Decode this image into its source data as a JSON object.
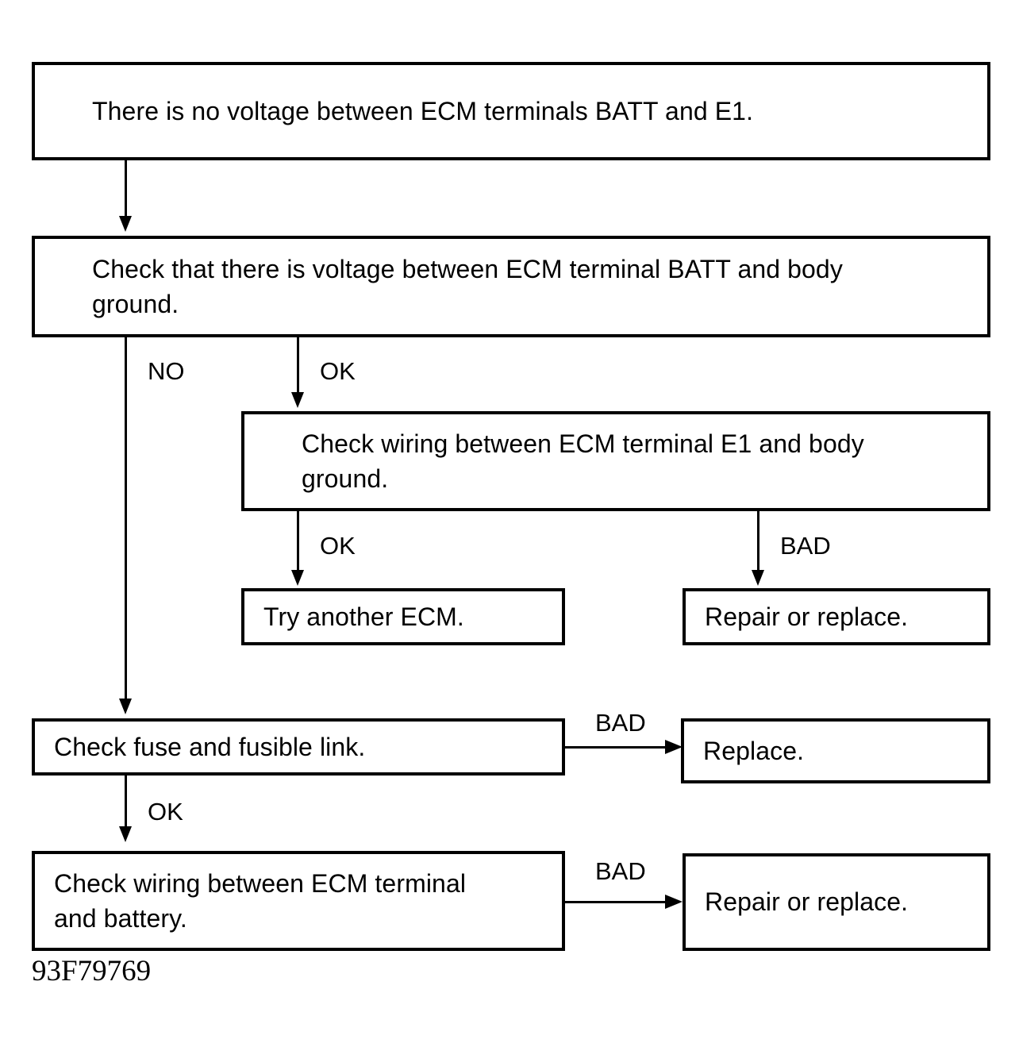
{
  "diagram": {
    "title": "ECM BATT / E1 no-voltage troubleshooting flowchart",
    "footer_code": "93F79769",
    "ink_color": "#000000",
    "background_color": "#ffffff",
    "nodes": [
      {
        "id": "symptom",
        "text": "There is no voltage between ECM terminals BATT and E1."
      },
      {
        "id": "check-batt-body-ground",
        "text": "Check that there is voltage between ECM terminal BATT and body\nground."
      },
      {
        "id": "check-e1-body-ground",
        "text": "Check wiring between ECM terminal E1 and body\nground."
      },
      {
        "id": "try-another-ecm",
        "text": "Try another ECM."
      },
      {
        "id": "repair-or-replace-e1",
        "text": "Repair or replace."
      },
      {
        "id": "check-fuse",
        "text": "Check fuse and fusible link."
      },
      {
        "id": "replace-fuse",
        "text": "Replace."
      },
      {
        "id": "check-wiring-battery",
        "text": "Check wiring between ECM terminal\nand battery."
      },
      {
        "id": "repair-or-replace-battery",
        "text": "Repair or replace."
      }
    ],
    "edges": [
      {
        "id": "symptom-to-check-batt",
        "label": ""
      },
      {
        "id": "check-batt-no",
        "label": "NO"
      },
      {
        "id": "check-batt-ok",
        "label": "OK"
      },
      {
        "id": "check-e1-ok",
        "label": "OK"
      },
      {
        "id": "check-e1-bad",
        "label": "BAD"
      },
      {
        "id": "check-fuse-bad",
        "label": "BAD"
      },
      {
        "id": "check-fuse-ok",
        "label": "OK"
      },
      {
        "id": "check-wiring-battery-bad",
        "label": "BAD"
      }
    ]
  }
}
